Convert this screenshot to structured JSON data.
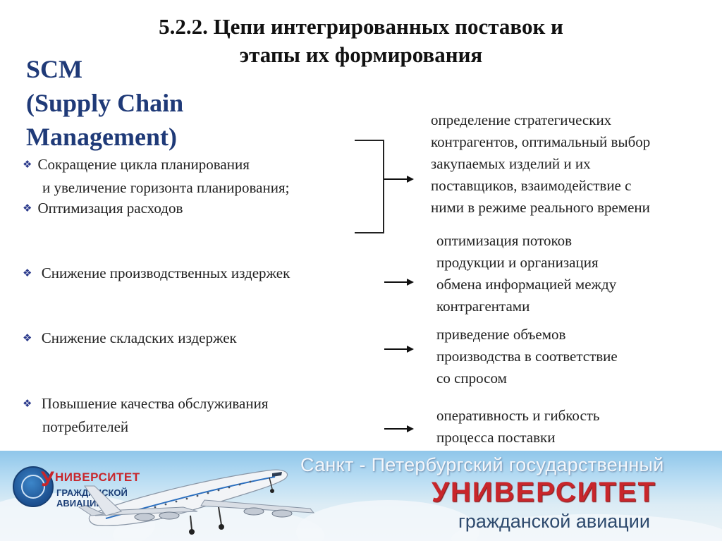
{
  "title": {
    "line1": "5.2.2. Цепи интегрированных поставок и",
    "line2": "этапы их формирования"
  },
  "scm": {
    "line1": "SCM",
    "line2": "(Supply Chain",
    "line3": "Management)"
  },
  "bullets": [
    {
      "lines": [
        "Сокращение цикла планирования",
        "и увеличение горизонта планирования;"
      ]
    },
    {
      "lines": [
        "Оптимизация расходов"
      ]
    },
    {
      "lines": [
        "Снижение производственных издержек"
      ]
    },
    {
      "lines": [
        "Снижение складских издержек"
      ]
    },
    {
      "lines": [
        "Повышение качества обслуживания",
        "потребителей"
      ]
    }
  ],
  "results": [
    {
      "lines": [
        "определение стратегических",
        "контрагентов, оптимальный выбор",
        "закупаемых изделий и их",
        "поставщиков, взаимодействие с",
        "ними в режиме реального времени"
      ]
    },
    {
      "lines": [
        "оптимизация потоков",
        "продукции и организация",
        "обмена информацией между",
        "контрагентами"
      ]
    },
    {
      "lines": [
        "приведение объемов",
        "производства в соответствие",
        "со спросом"
      ]
    },
    {
      "lines": [
        "оперативность и гибкость",
        "процесса поставки"
      ]
    }
  ],
  "banner": {
    "line1": "Санкт - Петербургский государственный",
    "line2": "УНИВЕРСИТЕТ",
    "line3": "гражданской авиации",
    "logo_main": "НИВЕРСИТЕТ",
    "logo_letter": "У",
    "logo_sub": "ГРАЖДАНСКОЙ АВИАЦИИ"
  },
  "colors": {
    "title_scm": "#1f3a78",
    "bullet": "#2b3a8c",
    "brand_red": "#c8262b"
  },
  "icons": [
    "diamond-bullet-icon",
    "arrow-right-icon",
    "airplane-icon",
    "university-logo-icon"
  ]
}
